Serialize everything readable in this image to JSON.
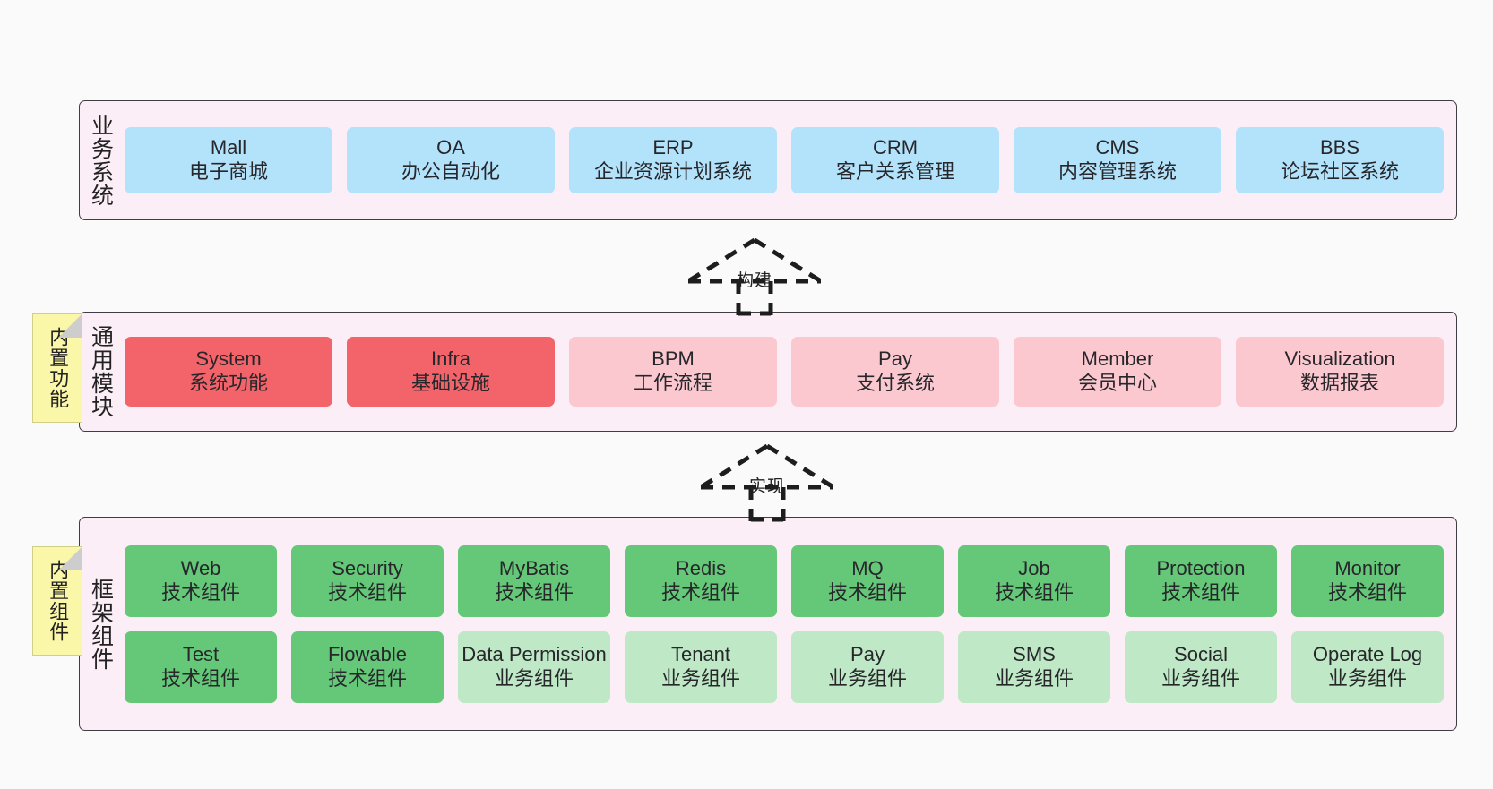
{
  "diagram": {
    "title": "",
    "colors": {
      "section_bg": "#fbeef6",
      "section_border": "#413c44",
      "business": "#b3e2fb",
      "module_core": "#f2636a",
      "module_plain": "#fbc8d0",
      "tech_component": "#64c878",
      "biz_component": "#bfe8c6",
      "sticky": "#fbf7a8"
    }
  },
  "business_section": {
    "label": "业务系统",
    "items": [
      {
        "name": "Mall",
        "desc": "电子商城"
      },
      {
        "name": "OA",
        "desc": "办公自动化"
      },
      {
        "name": "ERP",
        "desc": "企业资源计划系统"
      },
      {
        "name": "CRM",
        "desc": "客户关系管理"
      },
      {
        "name": "CMS",
        "desc": "内容管理系统"
      },
      {
        "name": "BBS",
        "desc": "论坛社区系统"
      }
    ]
  },
  "connector_build": {
    "label": "构建"
  },
  "module_section": {
    "label": "通用模块",
    "sticky": "内置功能",
    "items": [
      {
        "name": "System",
        "desc": "系统功能",
        "style": "c-red"
      },
      {
        "name": "Infra",
        "desc": "基础设施",
        "style": "c-red"
      },
      {
        "name": "BPM",
        "desc": "工作流程",
        "style": "c-pink"
      },
      {
        "name": "Pay",
        "desc": "支付系统",
        "style": "c-pink"
      },
      {
        "name": "Member",
        "desc": "会员中心",
        "style": "c-pink"
      },
      {
        "name": "Visualization",
        "desc": "数据报表",
        "style": "c-pink"
      }
    ]
  },
  "connector_realize": {
    "label": "实现"
  },
  "framework_section": {
    "label": "框架组件",
    "sticky": "内置组件",
    "row1": [
      {
        "name": "Web",
        "desc": "技术组件",
        "style": "c-green"
      },
      {
        "name": "Security",
        "desc": "技术组件",
        "style": "c-green"
      },
      {
        "name": "MyBatis",
        "desc": "技术组件",
        "style": "c-green"
      },
      {
        "name": "Redis",
        "desc": "技术组件",
        "style": "c-green"
      },
      {
        "name": "MQ",
        "desc": "技术组件",
        "style": "c-green"
      },
      {
        "name": "Job",
        "desc": "技术组件",
        "style": "c-green"
      },
      {
        "name": "Protection",
        "desc": "技术组件",
        "style": "c-green"
      },
      {
        "name": "Monitor",
        "desc": "技术组件",
        "style": "c-green"
      }
    ],
    "row2": [
      {
        "name": "Test",
        "desc": "技术组件",
        "style": "c-green"
      },
      {
        "name": "Flowable",
        "desc": "技术组件",
        "style": "c-green"
      },
      {
        "name": "Data Permission",
        "desc": "业务组件",
        "style": "c-lgreen"
      },
      {
        "name": "Tenant",
        "desc": "业务组件",
        "style": "c-lgreen"
      },
      {
        "name": "Pay",
        "desc": "业务组件",
        "style": "c-lgreen"
      },
      {
        "name": "SMS",
        "desc": "业务组件",
        "style": "c-lgreen"
      },
      {
        "name": "Social",
        "desc": "业务组件",
        "style": "c-lgreen"
      },
      {
        "name": "Operate Log",
        "desc": "业务组件",
        "style": "c-lgreen"
      }
    ]
  }
}
